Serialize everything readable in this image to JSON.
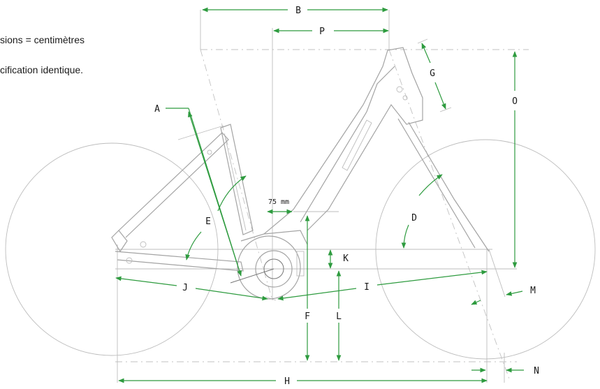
{
  "notes": {
    "line1": "sions = centimètres",
    "line2": "cification identique."
  },
  "labels": {
    "A": "A",
    "B": "B",
    "D": "D",
    "E": "E",
    "F": "F",
    "G": "G",
    "H": "H",
    "I": "I",
    "J": "J",
    "K": "K",
    "L": "L",
    "M": "M",
    "N": "N",
    "O": "O",
    "P": "P",
    "offset": "75 mm"
  },
  "colors": {
    "dimension": "#2e9b3f",
    "frame": "#a3a3a3",
    "text": "#1a1a1a"
  }
}
